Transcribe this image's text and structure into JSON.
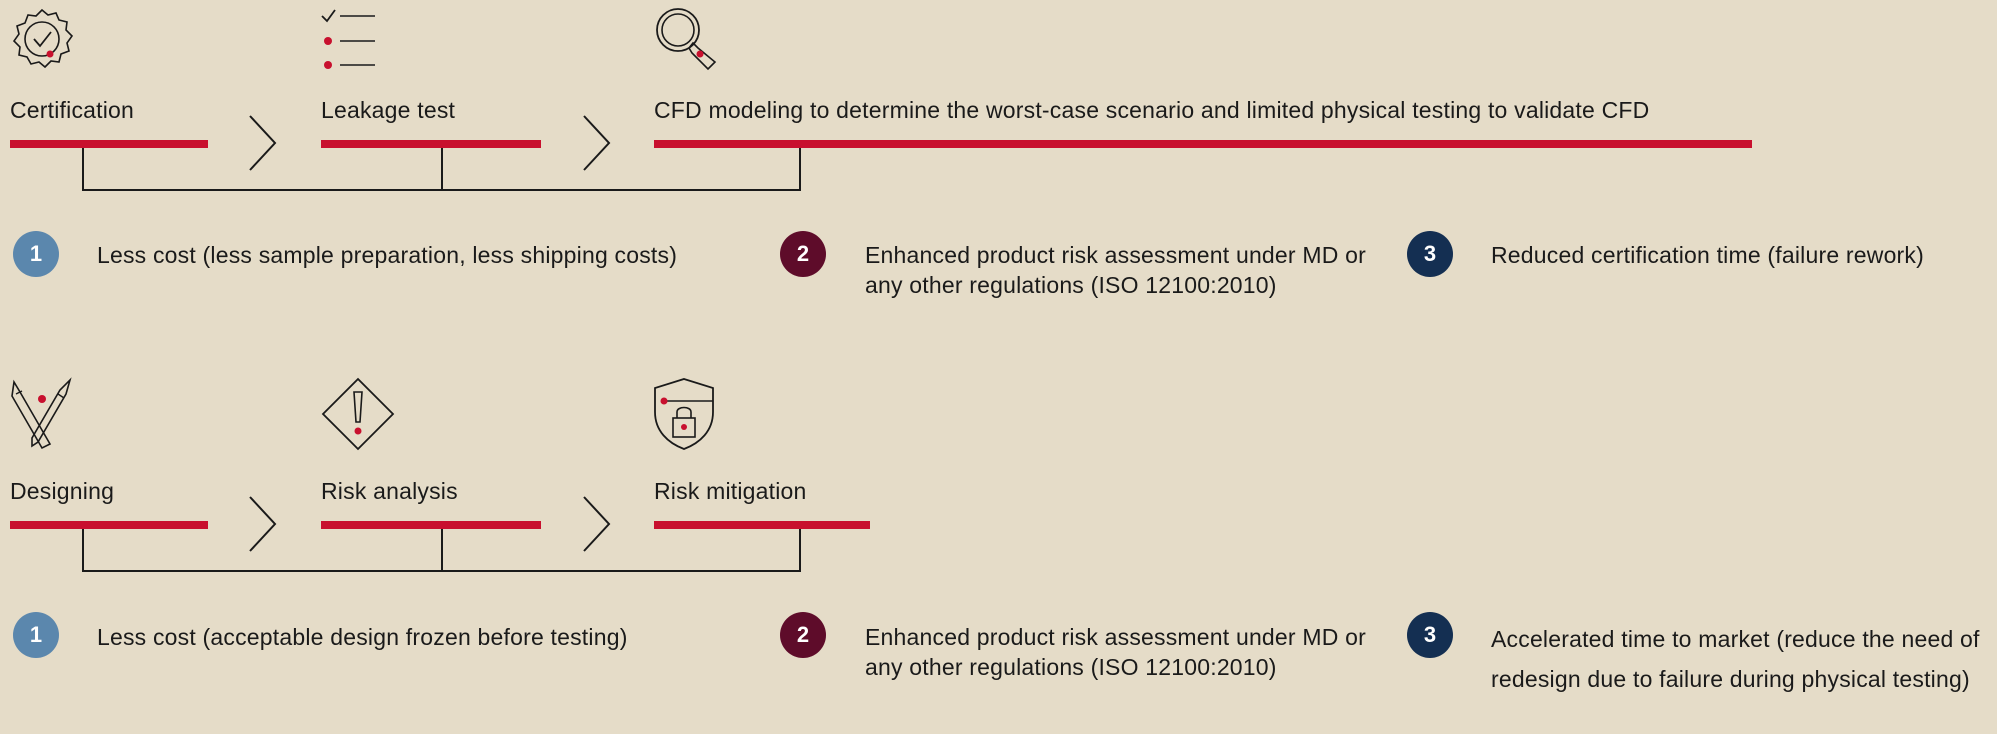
{
  "top_flow": {
    "steps": [
      {
        "label": "Certification",
        "icon": "certification-badge-icon"
      },
      {
        "label": "Leakage test",
        "icon": "checklist-icon"
      },
      {
        "label": "CFD modeling to determine the worst-case scenario and limited physical testing to validate CFD",
        "icon": "magnifier-icon"
      }
    ],
    "benefits": [
      {
        "number": "1",
        "text": "Less cost (less sample preparation, less shipping costs)"
      },
      {
        "number": "2",
        "text": "Enhanced product risk assessment under MD or any other regulations (ISO 12100:2010)"
      },
      {
        "number": "3",
        "text": "Reduced certification time (failure rework)"
      }
    ]
  },
  "bottom_flow": {
    "steps": [
      {
        "label": "Designing",
        "icon": "design-tools-icon"
      },
      {
        "label": "Risk analysis",
        "icon": "warning-diamond-icon"
      },
      {
        "label": "Risk mitigation",
        "icon": "shield-lock-icon"
      }
    ],
    "benefits": [
      {
        "number": "1",
        "text": "Less cost (acceptable design frozen before testing)"
      },
      {
        "number": "2",
        "text": "Enhanced product risk assessment under MD or any other regulations (ISO 12100:2010)"
      },
      {
        "number": "3",
        "text": "Accelerated time to market (reduce the need of redesign due to failure during physical testing)"
      }
    ]
  },
  "colors": {
    "background": "#e5dcc8",
    "accent_red": "#c8102e",
    "badge_1": "#5b87ad",
    "badge_2": "#5e0c2a",
    "badge_3": "#142f52"
  }
}
